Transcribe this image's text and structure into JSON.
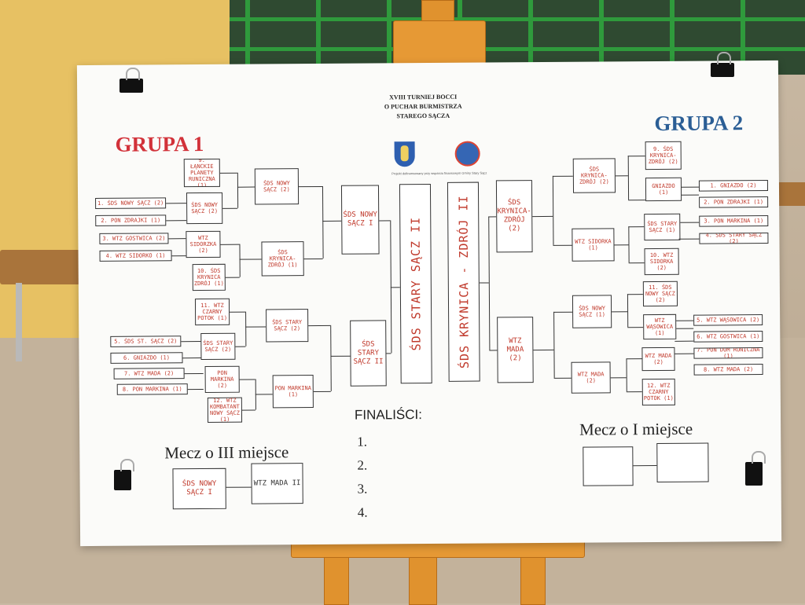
{
  "board": {
    "title_lines": [
      "XVIII TURNIEJ BOCCI",
      "O PUCHAR BURMISTRZA",
      "STAREGO SĄCZA"
    ],
    "funding_note": "Projekt dofinansowany przy wsparciu finansowym Gminy Stary Sącz",
    "group1_title": "GRUPA 1",
    "group2_title": "GRUPA 2",
    "third_place_title": "Mecz o III miejsce",
    "first_place_title": "Mecz o I miejsce",
    "finalists_title": "FINALIŚCI:",
    "finalists": [
      "1.",
      "2.",
      "3.",
      "4."
    ]
  },
  "group1": {
    "seeds": [
      {
        "text": "1. ŚDS NOWY SĄCZ (2)"
      },
      {
        "text": "2. PON ZDRAJKI (1)"
      },
      {
        "text": "3. WTZ GOSTWICA (2)"
      },
      {
        "text": "4. WTZ SIDORKO (1)"
      },
      {
        "text": "5. ŚDS ST. SĄCZ (2)"
      },
      {
        "text": "6. GNIAZDO (1)"
      },
      {
        "text": "7. WTZ MADA (2)"
      },
      {
        "text": "8. PON MARKINA (1)"
      }
    ],
    "round1": [
      {
        "text": "9. ŁĄNCKIE PLANETY RUNICZNA (1)"
      },
      {
        "text": "ŚDS NOWY SĄCZ (2)"
      },
      {
        "text": "WTZ SIDORZKA (2)"
      },
      {
        "text": "10. ŚDS KRYNICA ZDRÓJ (1)"
      },
      {
        "text": "11. WTZ CZARNY POTOK (1)"
      },
      {
        "text": "ŚDS STARY SĄCZ (2)"
      },
      {
        "text": "PON MARKINA (2)"
      },
      {
        "text": "12. WTZ KOMBATANT NOWY SĄCZ (1)"
      }
    ],
    "round2": [
      {
        "text": "ŚDS NOWY SĄCZ (2)"
      },
      {
        "text": "ŚDS KRYNICA-ZDRÓJ (1)"
      },
      {
        "text": "ŚDS STARY SĄCZ (2)"
      },
      {
        "text": "PON MARKINA (1)"
      }
    ],
    "semis": [
      {
        "text": "ŚDS NOWY SĄCZ I"
      },
      {
        "text": "ŚDS STARY SĄCZ II"
      }
    ],
    "finalist": "ŚDS STARY SĄCZ II"
  },
  "group2": {
    "finalist": "ŚDS KRYNICA - ZDRÓJ II",
    "semis": [
      {
        "text": "ŚDS KRYNICA-ZDRÓJ (2)"
      },
      {
        "text": "WTZ MADA (2)"
      }
    ],
    "round2": [
      {
        "text": "ŚDS KRYNICA-ZDRÓJ (2)"
      },
      {
        "text": "WTZ SIDORKA (1)"
      },
      {
        "text": "ŚDS NOWY SĄCZ (1)"
      },
      {
        "text": "WTZ MADA (2)"
      }
    ],
    "round1": [
      {
        "text": "9. ŚDS KRYNICA-ZDRÓJ (2)"
      },
      {
        "text": "GNIAZDO (1)"
      },
      {
        "text": "ŚDS STARY SĄCZ (1)"
      },
      {
        "text": "10. WTZ SIDORKA (2)"
      },
      {
        "text": "11. ŚDS NOWY SĄCZ (2)"
      },
      {
        "text": "WTZ WĄSOWICA (1)"
      },
      {
        "text": "WTZ MADA (2)"
      },
      {
        "text": "12. WTZ CZARNY POTOK (1)"
      }
    ],
    "seeds": [
      {
        "text": "1. GNIAZDO (2)"
      },
      {
        "text": "2. PON ZDRAJKI (1)"
      },
      {
        "text": "3. PON MARKINA (1)"
      },
      {
        "text": "4. ŚDS STARY SĄCZ (2)"
      },
      {
        "text": "5. WTZ WĄSOWICA (2)"
      },
      {
        "text": "6. WTZ GOSTWICA (1)"
      },
      {
        "text": "7. PON DOM RUNICZNA (1)"
      },
      {
        "text": "8. WTZ MADA (2)"
      }
    ]
  },
  "third_place": {
    "left": "ŚDS NOWY SĄCZ I",
    "right": "WTZ MADA II"
  },
  "first_place": {
    "left": "",
    "right": ""
  }
}
